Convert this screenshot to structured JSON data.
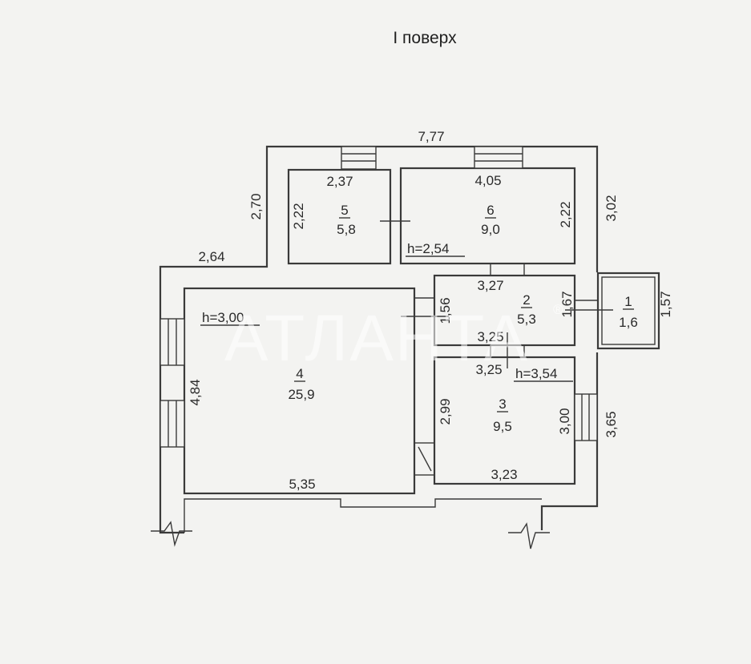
{
  "title": "I поверх",
  "watermark": "АТЛАНТА",
  "watermark_mark": "®",
  "rooms": [
    {
      "id": "5",
      "number": "5",
      "area": "5,8"
    },
    {
      "id": "6",
      "number": "6",
      "area": "9,0"
    },
    {
      "id": "2",
      "number": "2",
      "area": "5,3"
    },
    {
      "id": "1",
      "number": "1",
      "area": "1,6"
    },
    {
      "id": "4",
      "number": "4",
      "area": "25,9"
    },
    {
      "id": "3",
      "number": "3",
      "area": "9,5"
    }
  ],
  "heights": {
    "room6": "h=2,54",
    "room4": "h=3,00",
    "room3": "h=3,54"
  },
  "dimensions": {
    "overall_top": "7,77",
    "left_upper": "2,70",
    "left_step": "2,64",
    "room5_width": "2,37",
    "room5_depth": "2,22",
    "room6_width": "4,05",
    "room6_depth": "2,22",
    "right_upper": "3,02",
    "room2_top": "3,27",
    "room2_left": "1,56",
    "room2_right": "1,67",
    "room2_bottom": "3,25",
    "room3_top": "3,25",
    "room1_depth": "1,57",
    "room4_depth": "4,84",
    "room4_width": "5,35",
    "room3_left": "2,99",
    "room3_right": "3,00",
    "room3_width": "3,23",
    "right_lower": "3,65"
  }
}
